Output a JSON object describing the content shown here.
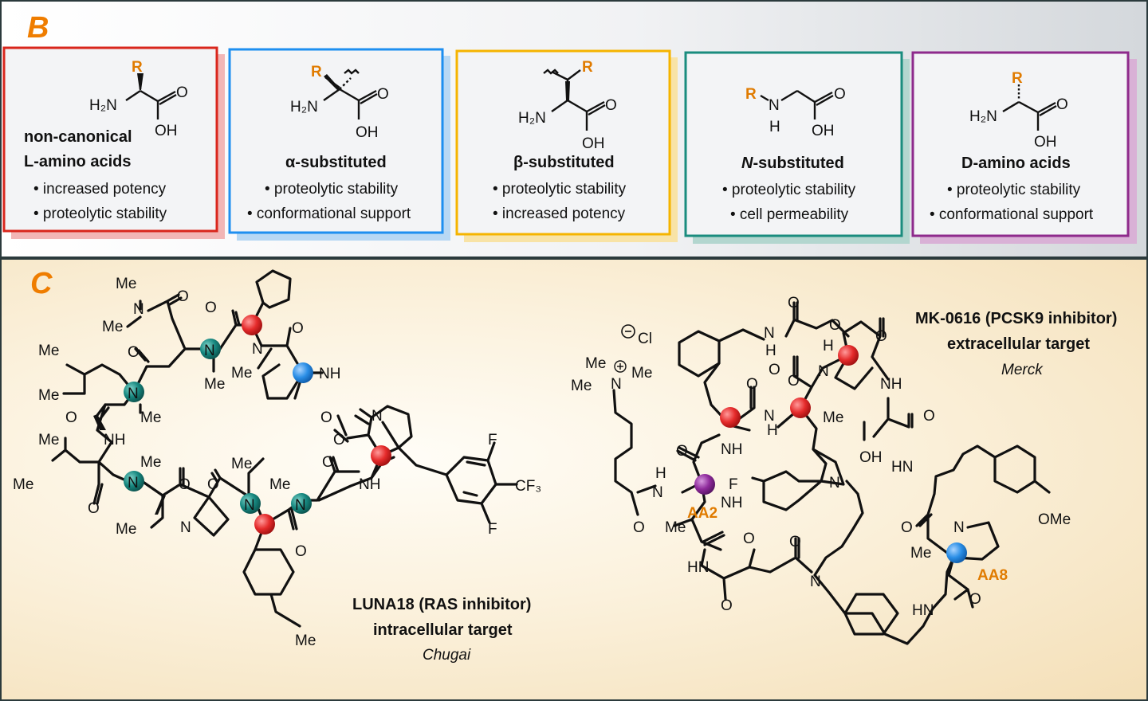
{
  "panel_b": {
    "letter": "B",
    "cards": [
      {
        "title_1": "non-canonical",
        "title_2": "L-amino acids",
        "bullets": [
          "• increased potency",
          "• proteolytic stability"
        ],
        "border_color": "#d9261c",
        "shadow_color": "#f2b6b6"
      },
      {
        "title": "α-substituted",
        "bullets": [
          "• proteolytic stability",
          "• conformational support"
        ],
        "border_color": "#1e8ff0",
        "shadow_color": "#b7d8f4"
      },
      {
        "title": "β-substituted",
        "bullets": [
          "• proteolytic stability",
          "• increased potency"
        ],
        "border_color": "#f5b400",
        "shadow_color": "#f8e3a6"
      },
      {
        "title_prefix": "N",
        "title": "-substituted",
        "bullets": [
          "• proteolytic stability",
          "• cell permeability"
        ],
        "border_color": "#1a8c7e",
        "shadow_color": "#b3d6cf"
      },
      {
        "title": "D-amino acids",
        "bullets": [
          "• proteolytic stability",
          "• conformational support"
        ],
        "border_color": "#8e2a8c",
        "shadow_color": "#d9b1d6"
      }
    ],
    "atoms": {
      "R": "R",
      "H2N": "H₂N",
      "O": "O",
      "OH": "OH",
      "N": "N",
      "H": "H"
    }
  },
  "panel_c": {
    "letter": "C",
    "luna18": {
      "name": "LUNA18 (RAS inhibitor)",
      "target": "intracellular target",
      "company": "Chugai"
    },
    "mk0616": {
      "name": "MK-0616 (PCSK9 inhibitor)",
      "target": "extracellular target",
      "company": "Merck"
    },
    "counterion": "Cl",
    "labels": {
      "aa2": "AA2",
      "aa8": "AA8"
    },
    "atoms": {
      "Me": "Me",
      "N": "N",
      "O": "O",
      "NH": "NH",
      "HN": "HN",
      "H": "H",
      "F": "F",
      "CF3": "CF₃",
      "OH": "OH",
      "OMe": "OMe"
    },
    "highlight_colors": {
      "red": "#e52b2b",
      "teal": "#16877f",
      "blue": "#2a8ee6",
      "purple": "#8e2a9b"
    }
  }
}
